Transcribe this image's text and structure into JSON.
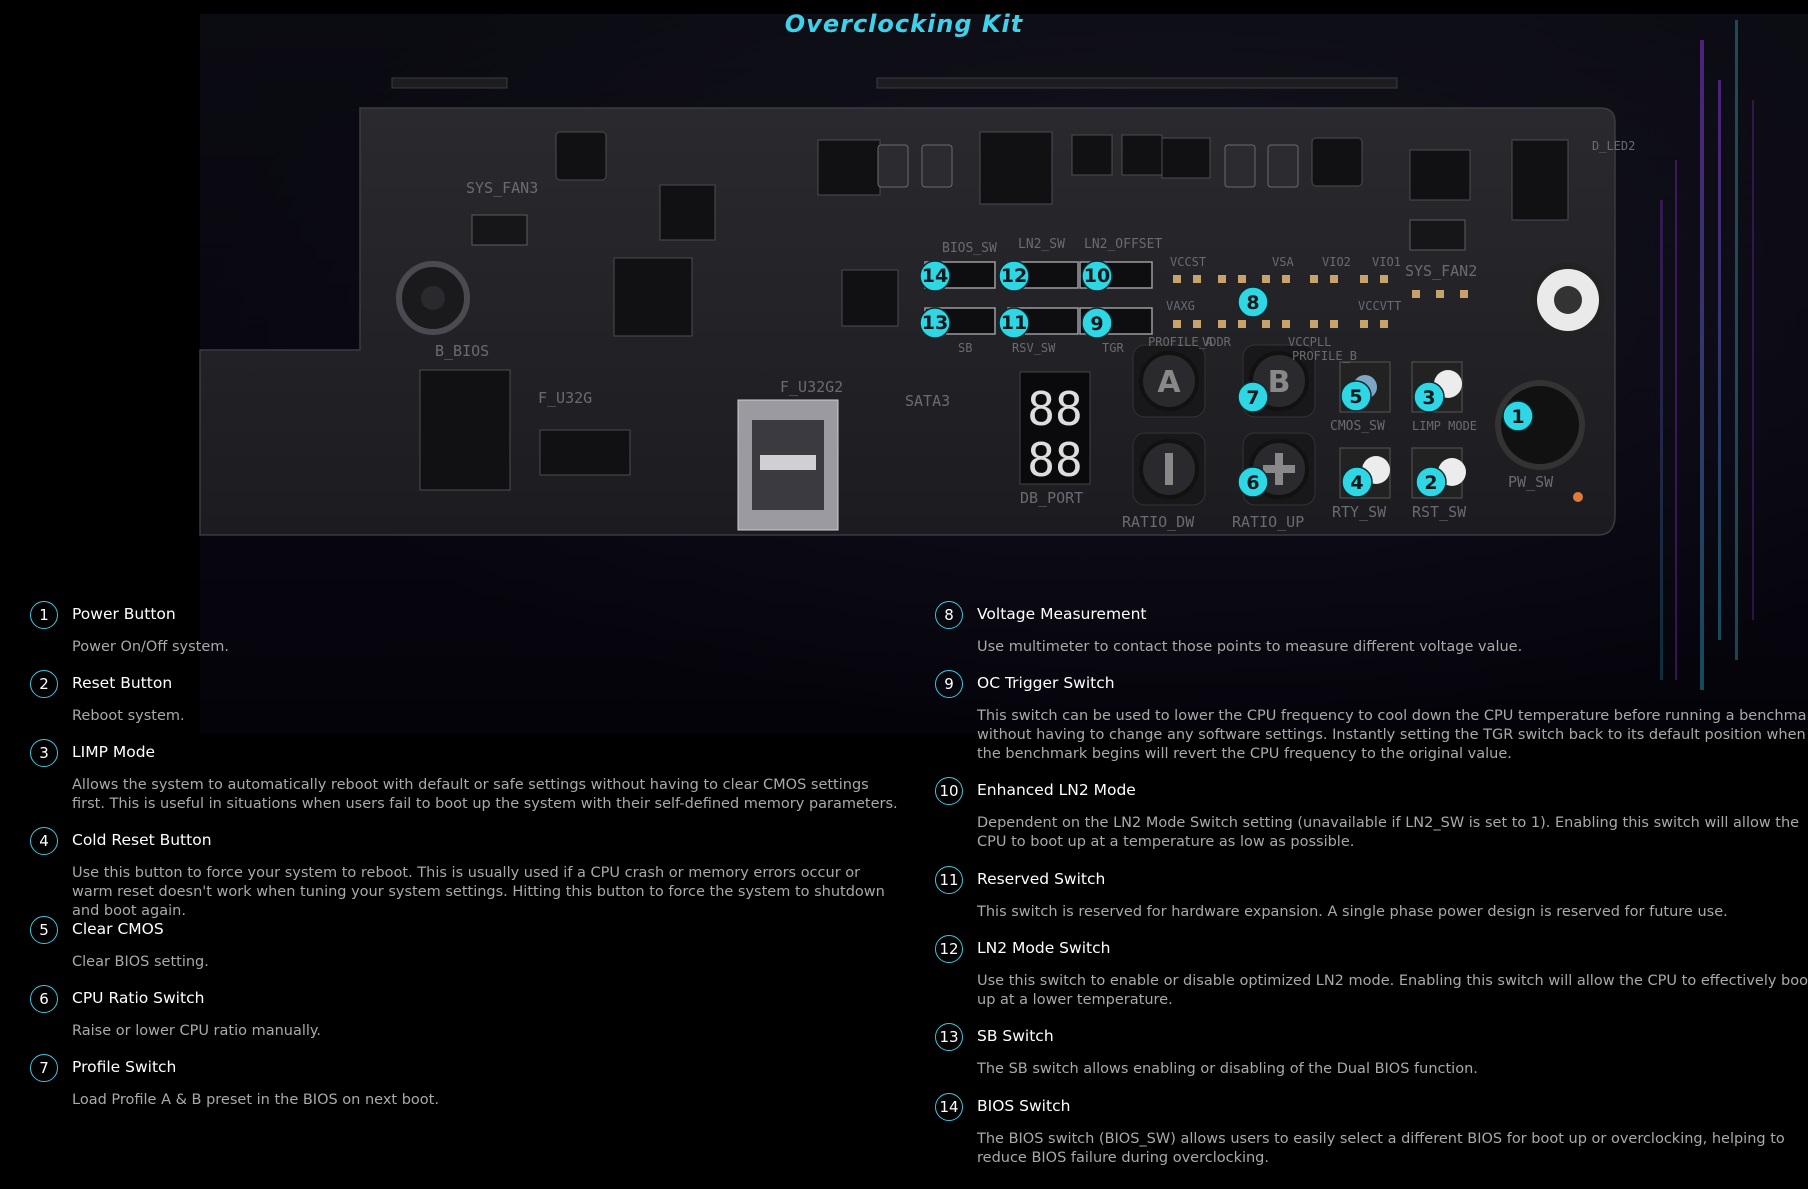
{
  "page": {
    "title": "Overclocking Kit"
  },
  "colors": {
    "accent": "#2fd6e4",
    "title": "#3fd0ea",
    "text": "#ffffff",
    "desc": "#a9a9a9"
  },
  "board_labels": [
    "SYS_FAN3",
    "B_BIOS",
    "F_U32G",
    "F_U32G2",
    "SATA3",
    "DB_PORT",
    "RATIO_DW",
    "RATIO_UP",
    "RTY_SW",
    "RST_SW",
    "PW_SW",
    "LIMP MODE",
    "CMOS_SW",
    "SYS_FAN2",
    "BIOS_SW",
    "LN2_SW",
    "LN2_OFFSET",
    "SB",
    "RSV_SW",
    "TGR",
    "VCCST",
    "VSA",
    "VIO2",
    "VIO1",
    "VAXG",
    "VCCVTT",
    "VCCPLL",
    "VDDR",
    "PROFILE_A",
    "PROFILE_B",
    "D_LED2",
    "A",
    "B",
    "88"
  ],
  "callouts": {
    "c1": "1",
    "c2": "2",
    "c3": "3",
    "c4": "4",
    "c5": "5",
    "c6": "6",
    "c7": "7",
    "c8": "8",
    "c9": "9",
    "c10": "10",
    "c11": "11",
    "c12": "12",
    "c13": "13",
    "c14": "14"
  },
  "features_left": [
    {
      "num": "1",
      "title": "Power Button",
      "desc": "Power On/Off system."
    },
    {
      "num": "2",
      "title": "Reset Button",
      "desc": "Reboot system."
    },
    {
      "num": "3",
      "title": "LIMP Mode",
      "desc": "Allows the system to automatically reboot with default or safe settings without having to clear CMOS settings first. This is useful in situations when users fail to boot up the system with their self-defined memory parameters."
    },
    {
      "num": "4",
      "title": "Cold Reset Button",
      "desc": "Use this button to force your system to reboot. This is usually used if a CPU crash or memory errors occur or warm reset doesn't work when tuning your system settings. Hitting this button to force the system to shutdown and boot again."
    },
    {
      "num": "5",
      "title": "Clear CMOS",
      "desc": "Clear BIOS setting."
    },
    {
      "num": "6",
      "title": "CPU Ratio Switch",
      "desc": "Raise or lower CPU ratio manually."
    },
    {
      "num": "7",
      "title": "Profile Switch",
      "desc": "Load Profile A & B preset in the BIOS on next boot."
    }
  ],
  "features_right": [
    {
      "num": "8",
      "title": "Voltage Measurement",
      "desc": "Use multimeter to contact those points to measure different voltage value."
    },
    {
      "num": "9",
      "title": "OC Trigger Switch",
      "desc": "This switch can be used to lower the CPU frequency to cool down the CPU temperature before running a benchmark without having to change any software settings. Instantly setting the TGR switch back to its default position when the benchmark begins will revert the CPU frequency to the original value."
    },
    {
      "num": "10",
      "title": "Enhanced LN2 Mode",
      "desc": "Dependent on the LN2 Mode Switch setting (unavailable if LN2_SW is set to 1). Enabling this switch will allow the CPU to boot up at a temperature as low as possible."
    },
    {
      "num": "11",
      "title": "Reserved Switch",
      "desc": "This switch is reserved for hardware expansion. A single phase power design is reserved for future use."
    },
    {
      "num": "12",
      "title": "LN2 Mode Switch",
      "desc": "Use this switch to enable or disable optimized LN2 mode. Enabling this switch will allow the CPU to effectively boot up at a lower temperature."
    },
    {
      "num": "13",
      "title": "SB Switch",
      "desc": "The SB switch allows enabling or disabling of the Dual BIOS function."
    },
    {
      "num": "14",
      "title": "BIOS Switch",
      "desc": "The BIOS switch (BIOS_SW) allows users to easily select a different BIOS for boot up or overclocking, helping to reduce BIOS failure during overclocking."
    }
  ]
}
